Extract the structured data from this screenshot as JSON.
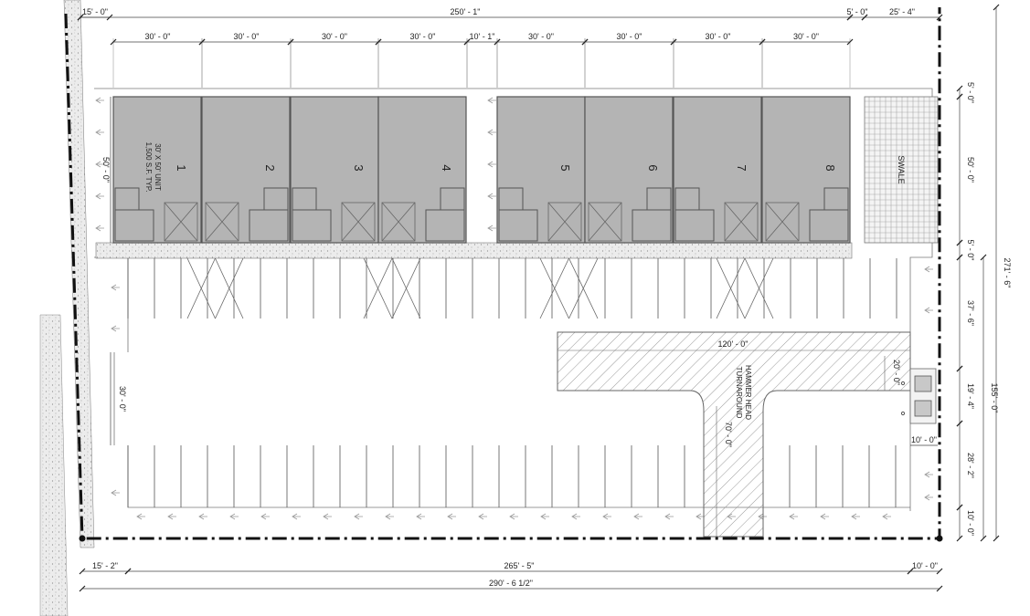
{
  "dimensions": {
    "top_overall": "250' - 1\"",
    "left_setback": "15' - 0\"",
    "unit_widths": [
      "30' - 0\"",
      "30' - 0\"",
      "30' - 0\"",
      "30' - 0\"",
      "10' - 1\"",
      "30' - 0\"",
      "30' - 0\"",
      "30' - 0\"",
      "30' - 0\""
    ],
    "swale_gap": "5' - 0\"",
    "right_top": "25' - 4\"",
    "unit_depth": "50' - 0\"",
    "right_col": [
      "5' - 0\"",
      "50' - 0\"",
      "5' - 0\"",
      "37' - 6\"",
      "19' - 4\"",
      "28' - 2\"",
      "10' - 0\""
    ],
    "outer_depth_top": "271' - 6\"",
    "outer_depth_lower": "155' - 0\"",
    "aisle_width": "30' - 0\"",
    "bottom_left": "15' - 2\"",
    "bottom_mid": "265' - 5\"",
    "bottom_right": "10' - 0\"",
    "bottom_overall": "290' - 6 1/2\"",
    "pad_width": "10' - 0\""
  },
  "units": [
    "1",
    "2",
    "3",
    "4",
    "5",
    "6",
    "7",
    "8"
  ],
  "unit_note": [
    "30' X 50' UNIT",
    "1,500 S.F. TYP."
  ],
  "swale_label": "SWALE",
  "turnaround": {
    "label_lines": [
      "HAMMER HEAD",
      "TURNAROUND"
    ],
    "width": "120' - 0\"",
    "depth": "20' - 0\"",
    "length": "70' - 0\""
  },
  "colors": {
    "building": "#b4b4b4",
    "building_stroke": "#555555",
    "line": "#333333",
    "property_line": "#111111",
    "hatch": "#999999",
    "gravel": "#e6e6e6"
  }
}
